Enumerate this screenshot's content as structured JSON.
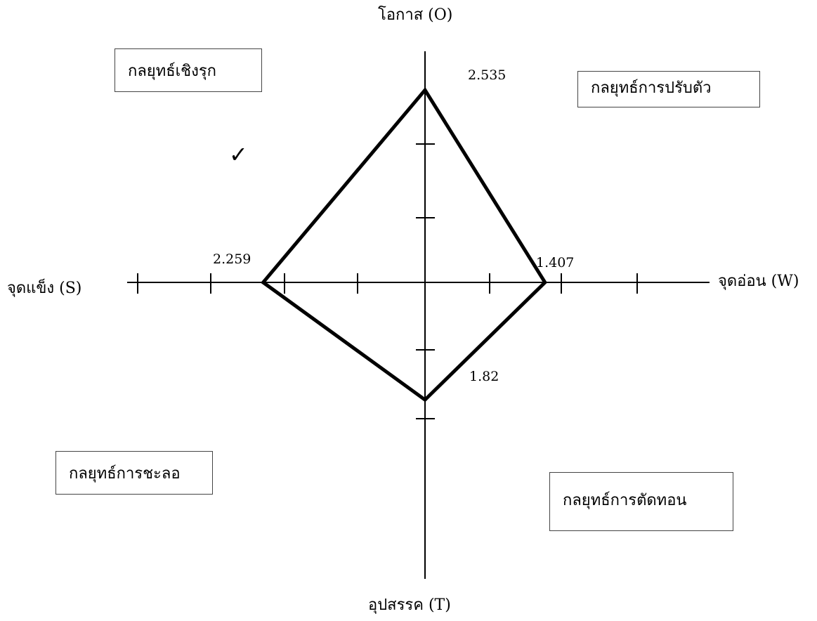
{
  "axes": {
    "top": "โอกาส (O)",
    "bottom": "อุปสรรค (T)",
    "left": "จุดแข็ง (S)",
    "right": "จุดอ่อน (W)"
  },
  "quadrants": {
    "top_left": "กลยุทธ์เชิงรุก",
    "top_right": "กลยุทธ์การปรับตัว",
    "bottom_left": "กลยุทธ์การชะลอ",
    "bottom_right": "กลยุทธ์การตัดทอน"
  },
  "selected_quadrant_mark": "✓",
  "values": {
    "opportunity": "2.535",
    "strength": "2.259",
    "weakness": "1.407",
    "threat": "1.82"
  },
  "polygon_data": {
    "opportunity": 2.535,
    "strength": 2.259,
    "weakness": 1.407,
    "threat": 1.82
  },
  "colors": {
    "line": "#000000",
    "box_border": "#444444"
  }
}
